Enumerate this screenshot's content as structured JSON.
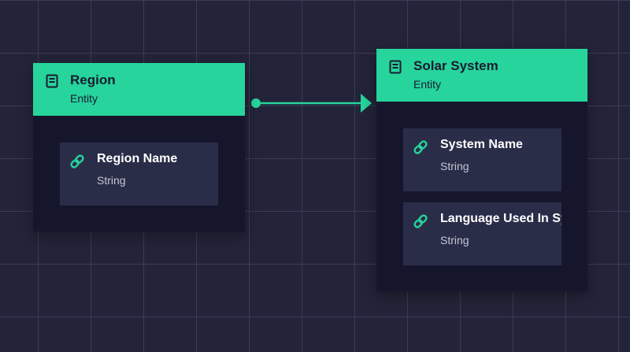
{
  "entities": [
    {
      "title": "Region",
      "subtitle": "Entity",
      "attributes": [
        {
          "name": "Region Name",
          "type": "String"
        }
      ]
    },
    {
      "title": "Solar System",
      "subtitle": "Entity",
      "attributes": [
        {
          "name": "System Name",
          "type": "String"
        },
        {
          "name": "Language Used In System",
          "type": "String"
        }
      ]
    }
  ],
  "colors": {
    "background": "#232439",
    "grid": "#3b3c55",
    "accent": "#26d49c",
    "card": "#15162c",
    "attribute": "#2a2d48"
  },
  "icons": {
    "entity": "document-icon",
    "attribute": "link-icon"
  }
}
